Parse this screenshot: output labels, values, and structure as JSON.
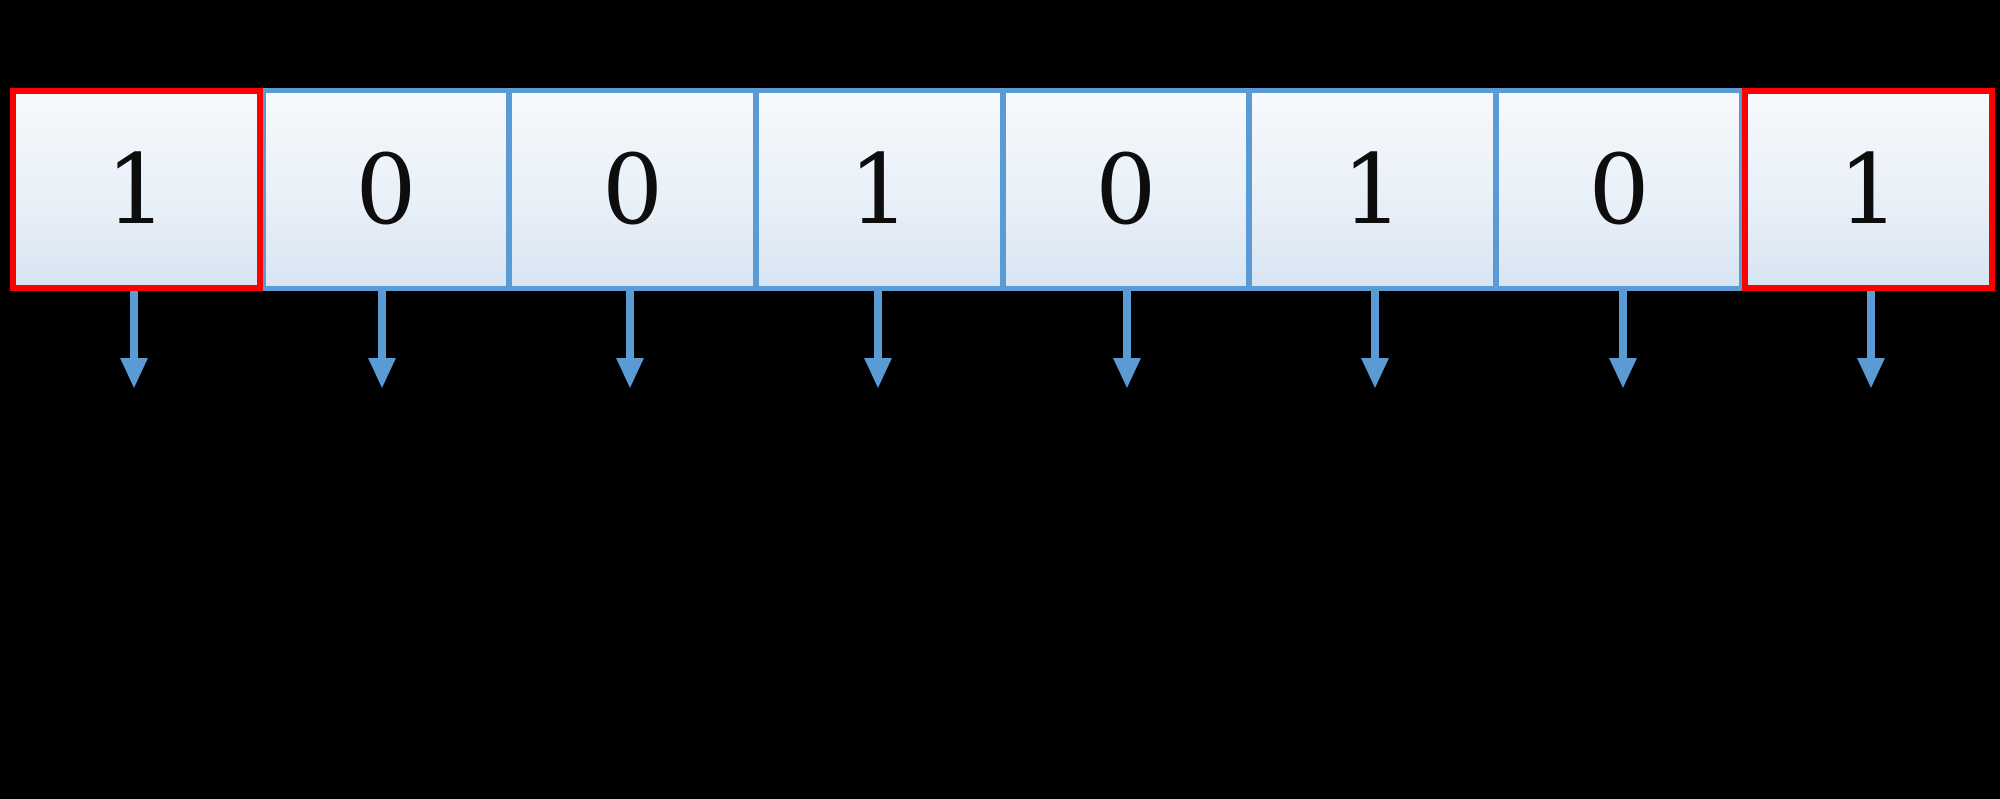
{
  "diagram": {
    "title": "binary-bit-row-with-output-arrows",
    "background_color": "#000000",
    "cell_fill_top": "#f7fafd",
    "cell_fill_bottom": "#d7e4f2",
    "cell_border_normal_color": "#5b9bd5",
    "cell_border_highlight_color": "#ff0000",
    "arrow_color": "#5b9bd5",
    "digit_color": "#0d0d0d",
    "bits": [
      {
        "index": 0,
        "value": "1",
        "highlight": true,
        "arrow": "down-arrow-icon"
      },
      {
        "index": 1,
        "value": "0",
        "highlight": false,
        "arrow": "down-arrow-icon"
      },
      {
        "index": 2,
        "value": "0",
        "highlight": false,
        "arrow": "down-arrow-icon"
      },
      {
        "index": 3,
        "value": "1",
        "highlight": false,
        "arrow": "down-arrow-icon"
      },
      {
        "index": 4,
        "value": "0",
        "highlight": false,
        "arrow": "down-arrow-icon"
      },
      {
        "index": 5,
        "value": "1",
        "highlight": false,
        "arrow": "down-arrow-icon"
      },
      {
        "index": 6,
        "value": "0",
        "highlight": false,
        "arrow": "down-arrow-icon"
      },
      {
        "index": 7,
        "value": "1",
        "highlight": true,
        "arrow": "down-arrow-icon"
      }
    ]
  }
}
